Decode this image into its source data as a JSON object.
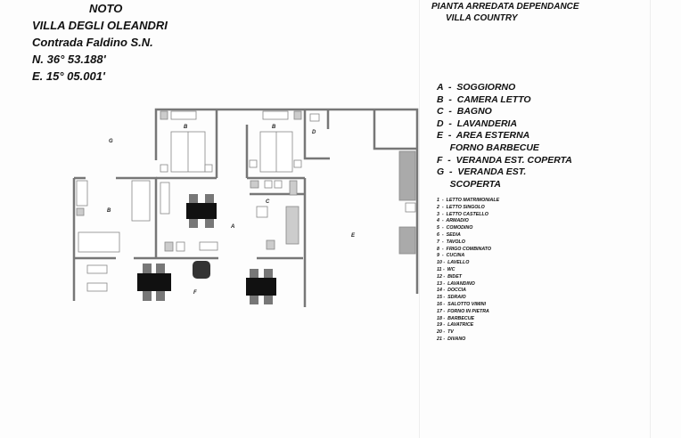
{
  "header": {
    "lines": [
      "NOTO",
      "VILLA DEGLI OLEANDRI",
      "Contrada Faldino S.N.",
      "N. 36° 53.188'",
      "E. 15° 05.001'"
    ]
  },
  "title": {
    "lines": [
      "PIANTA ARREDATA DEPENDANCE",
      "VILLA COUNTRY"
    ]
  },
  "rooms_legend": [
    "A  -  SOGGIORNO",
    "B  -  CAMERA LETTO",
    "C  -  BAGNO",
    "D  -  LAVANDERIA",
    "E  -  AREA ESTERNA",
    "     FORNO BARBECUE",
    "F  -  VERANDA EST. COPERTA",
    "G  -  VERANDA EST.",
    "     SCOPERTA"
  ],
  "furniture_legend": [
    "1  -  LETTO MATRIMONIALE",
    "2  -  LETTO SINGOLO",
    "3  -  LETTO CASTELLO",
    "4  -  ARMADIO",
    "5  -  COMODINO",
    "6  -  SEDIA",
    "7  -  TAVOLO",
    "8  -  FRIGO COMBINATO",
    "9  -  CUCINA",
    "10 -  LAVELLO",
    "11 -  WC",
    "12 -  BIDET",
    "13 -  LAVANDINO",
    "14 -  DOCCIA",
    "15 -  SDRAIO",
    "16 -  SALOTTO VIMINI",
    "17 -  FORNO IN PIETRA",
    "18 -  BARBECUE",
    "19 -  LAVATRICE",
    "20 -  TV",
    "21 -  DIVANO"
  ],
  "plan_labels": {
    "A": "A",
    "B1": "B",
    "B2": "B",
    "B3": "B",
    "C": "C",
    "D": "D",
    "E": "E",
    "F": "F",
    "G": "G"
  }
}
